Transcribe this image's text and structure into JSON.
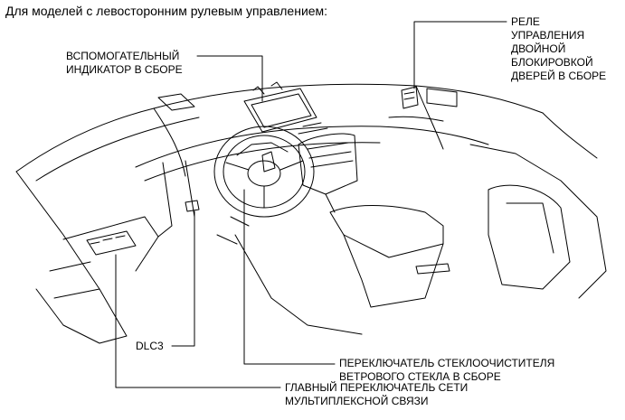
{
  "caption": "Для моделей с левосторонним рулевым управлением:",
  "labels": {
    "relay": [
      "РЕЛЕ",
      "УПРАВЛЕНИЯ",
      "ДВОЙНОЙ",
      "БЛОКИРОВКОЙ",
      "ДВЕРЕЙ В СБОРЕ"
    ],
    "aux_indicator": [
      "ВСПОМОГАТЕЛЬНЫЙ",
      "ИНДИКАТОР В СБОРЕ"
    ],
    "dlc3": [
      "DLC3"
    ],
    "wiper_switch": [
      "ПЕРЕКЛЮЧАТЕЛЬ СТЕКЛООЧИСТИТЕЛЯ",
      "ВЕТРОВОГО СТЕКЛА В СБОРЕ"
    ],
    "main_switch": [
      "ГЛАВНЫЙ ПЕРЕКЛЮЧАТЕЛЬ СЕТИ",
      "МУЛЬТИПЛЕКСНОЙ СВЯЗИ"
    ]
  },
  "colors": {
    "line": "#000000",
    "background": "#ffffff"
  }
}
